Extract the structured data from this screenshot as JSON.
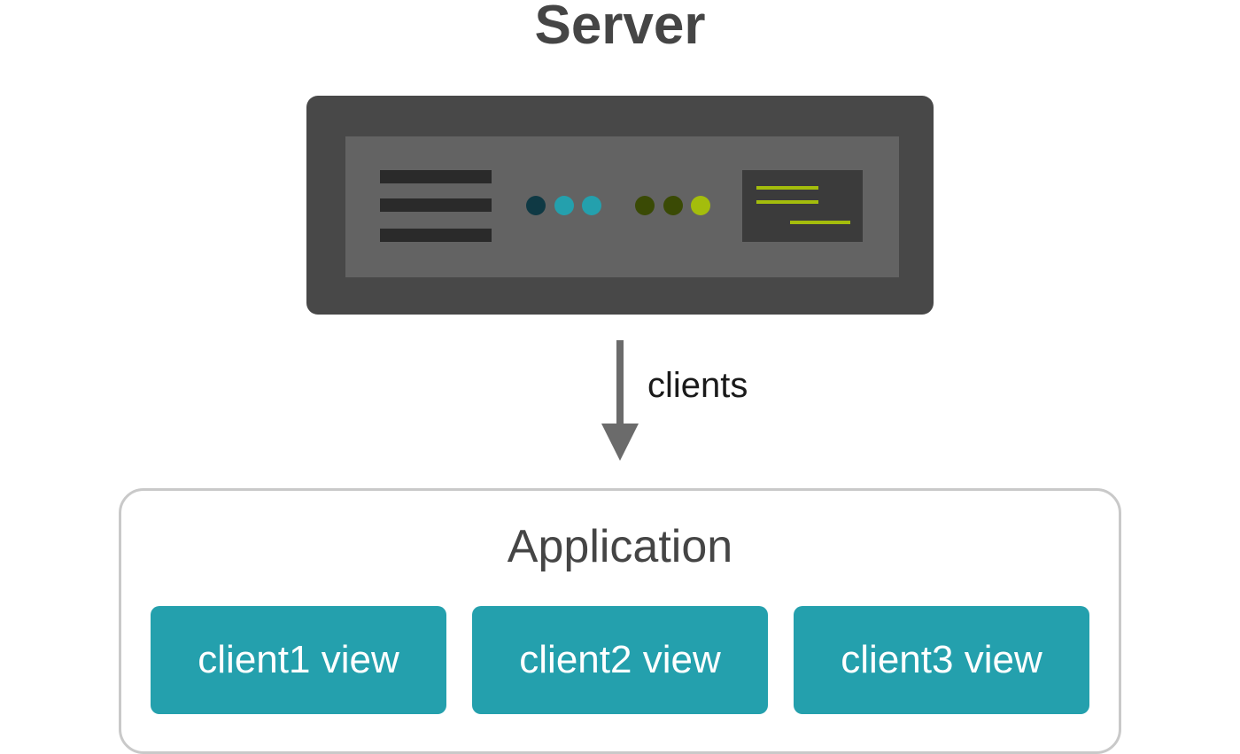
{
  "diagram": {
    "server_title": "Server",
    "edge_label": "clients",
    "application_title": "Application",
    "client_views": [
      {
        "label": "client1 view"
      },
      {
        "label": "client2 view"
      },
      {
        "label": "client3 view"
      }
    ]
  },
  "colors": {
    "server_body": "#484848",
    "server_panel": "#636363",
    "teal": "#24a0ad",
    "lime": "#a4bd0c",
    "dark_text": "#454545",
    "app_border": "#c9c9c9"
  }
}
